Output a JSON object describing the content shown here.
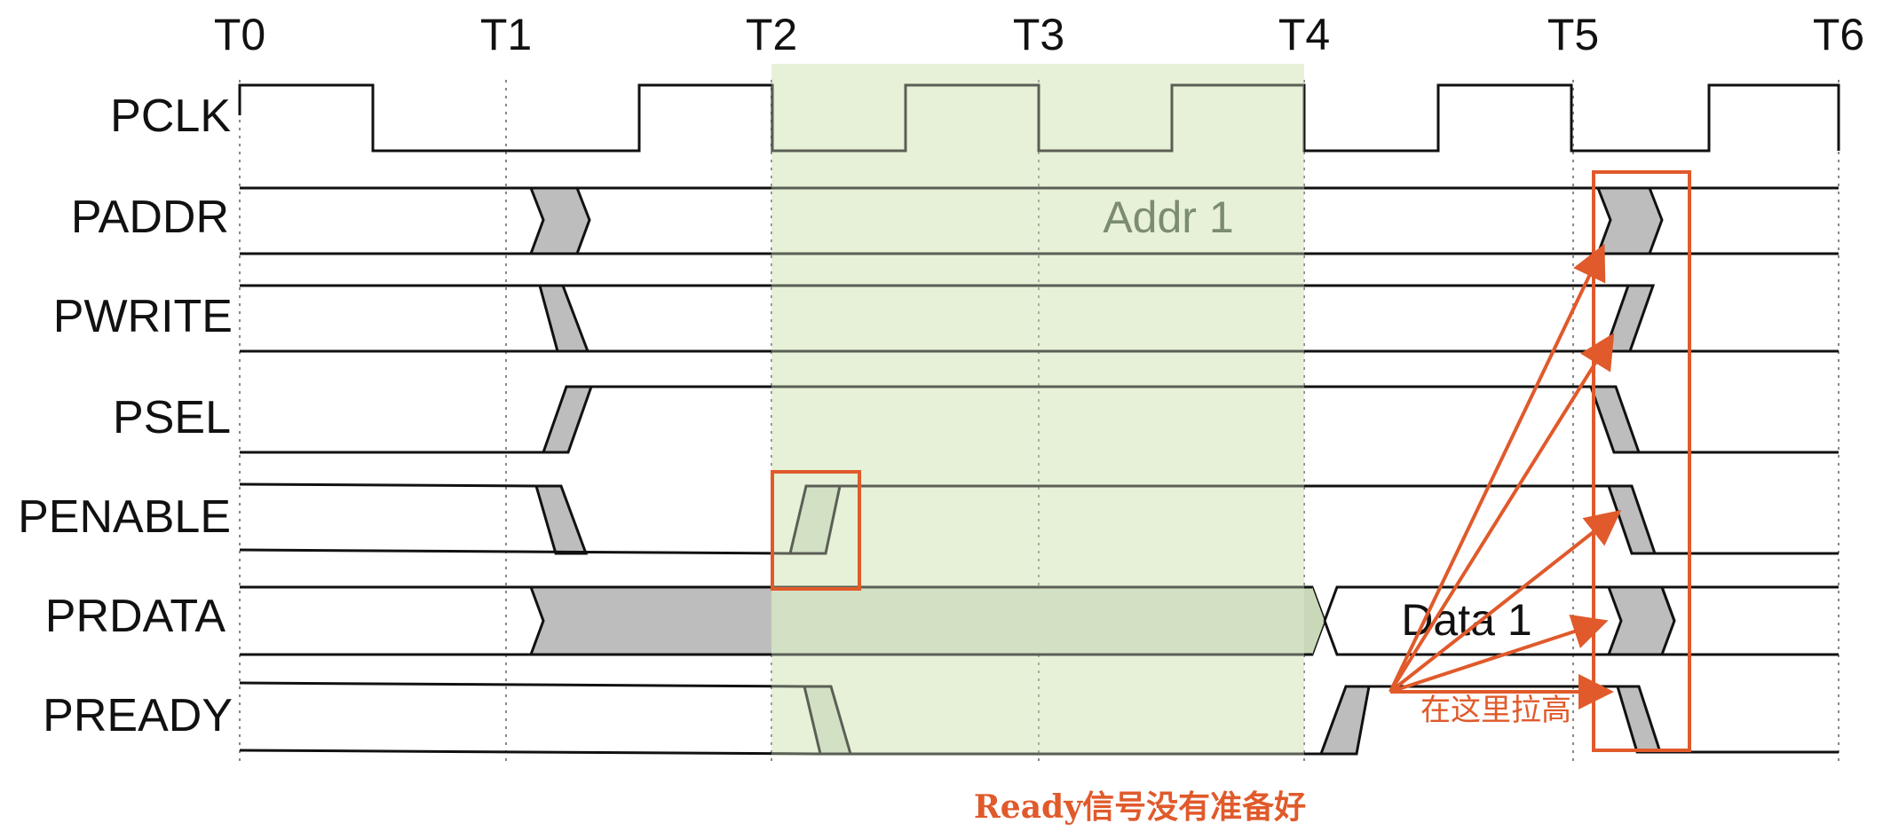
{
  "time_ticks": [
    "T0",
    "T1",
    "T2",
    "T3",
    "T4",
    "T5",
    "T6"
  ],
  "signals": [
    "PCLK",
    "PADDR",
    "PWRITE",
    "PSEL",
    "PENABLE",
    "PRDATA",
    "PREADY"
  ],
  "bus_values": {
    "paddr": "Addr 1",
    "prdata": "Data 1"
  },
  "annotations": {
    "pull_high": "在这里拉高",
    "caption": "Ready信号没有准备好"
  },
  "colors": {
    "wait_region": "#e6f2d8",
    "transition_fill": "#bdbdbd",
    "annotation": "#e05a2b",
    "waveform": "#111111"
  }
}
